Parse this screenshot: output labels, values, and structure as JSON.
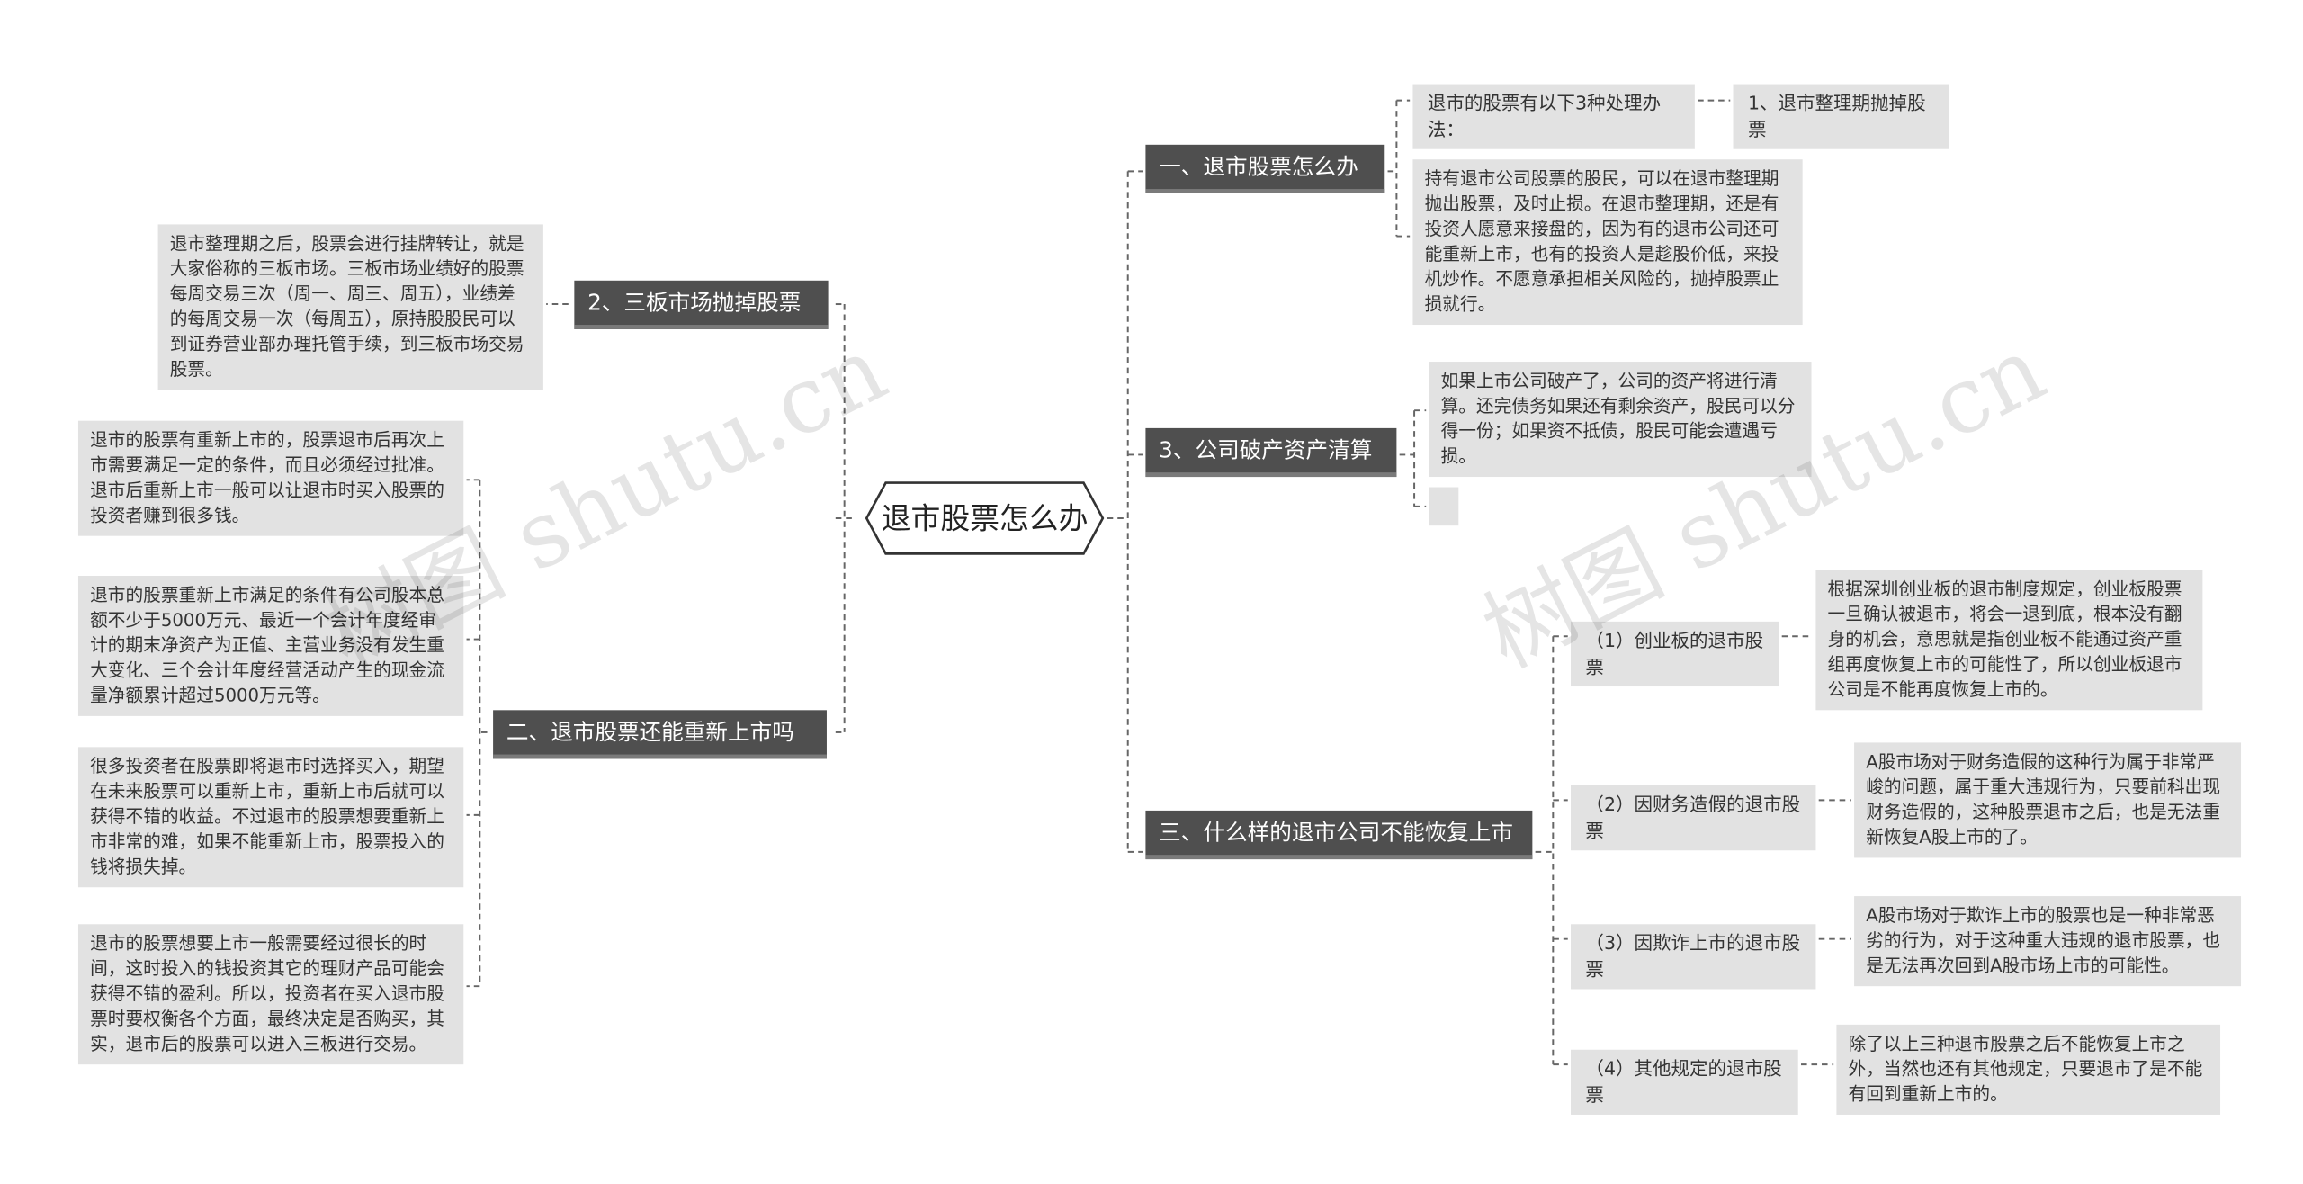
{
  "root": {
    "label": "退市股票怎么办"
  },
  "branches": {
    "b1": {
      "label": "一、退市股票怎么办",
      "item1": "退市的股票有以下3种处理办法：",
      "item1_child": "1、退市整理期抛掉股票",
      "item2": "持有退市公司股票的股民，可以在退市整理期抛出股票，及时止损。在退市整理期，还是有投资人愿意来接盘的，因为有的退市公司还可能重新上市，也有的投资人是趁股价低，来投机炒作。不愿意承担相关风险的，抛掉股票止损就行。"
    },
    "b2": {
      "label": "2、三板市场抛掉股票",
      "item1": "退市整理期之后，股票会进行挂牌转让，就是大家俗称的三板市场。三板市场业绩好的股票每周交易三次（周一、周三、周五），业绩差的每周交易一次（每周五），原持股股民可以到证券营业部办理托管手续，到三板市场交易股票。"
    },
    "b3": {
      "label": "3、公司破产资产清算",
      "item1": "如果上市公司破产了，公司的资产将进行清算。还完债务如果还有剩余资产，股民可以分得一份；如果资不抵债，股民可能会遭遇亏损。"
    },
    "b4": {
      "label": "二、退市股票还能重新上市吗",
      "item1": "退市的股票有重新上市的，股票退市后再次上市需要满足一定的条件，而且必须经过批准。退市后重新上市一般可以让退市时买入股票的投资者赚到很多钱。",
      "item2": "退市的股票重新上市满足的条件有公司股本总额不少于5000万元、最近一个会计年度经审计的期末净资产为正值、主营业务没有发生重大变化、三个会计年度经营活动产生的现金流量净额累计超过5000万元等。",
      "item3": "很多投资者在股票即将退市时选择买入，期望在未来股票可以重新上市，重新上市后就可以获得不错的收益。不过退市的股票想要重新上市非常的难，如果不能重新上市，股票投入的钱将损失掉。",
      "item4": "退市的股票想要上市一般需要经过很长的时间，这时投入的钱投资其它的理财产品可能会获得不错的盈利。所以，投资者在买入退市股票时要权衡各个方面，最终决定是否购买，其实，退市后的股票可以进入三板进行交易。"
    },
    "b5": {
      "label": "三、什么样的退市公司不能恢复上市",
      "sub1": "（1）创业板的退市股票",
      "sub1_detail": "根据深圳创业板的退市制度规定，创业板股票一旦确认被退市，将会一退到底，根本没有翻身的机会，意思就是指创业板不能通过资产重组再度恢复上市的可能性了，所以创业板退市公司是不能再度恢复上市的。",
      "sub2": "（2）因财务造假的退市股票",
      "sub2_detail": "A股市场对于财务造假的这种行为属于非常严峻的问题，属于重大违规行为，只要前科出现财务造假的，这种股票退市之后，也是无法重新恢复A股上市的了。",
      "sub3": "（3）因欺诈上市的退市股票",
      "sub3_detail": "A股市场对于欺诈上市的股票也是一种非常恶劣的行为，对于这种重大违规的退市股票，也是无法再次回到A股市场上市的可能性。",
      "sub4": "（4）其他规定的退市股票",
      "sub4_detail": "除了以上三种退市股票之后不能恢复上市之外，当然也还有其他规定，只要退市了是不能有回到重新上市的。"
    }
  },
  "watermarks": [
    "树图 shutu.cn",
    "树图 shutu.cn"
  ]
}
